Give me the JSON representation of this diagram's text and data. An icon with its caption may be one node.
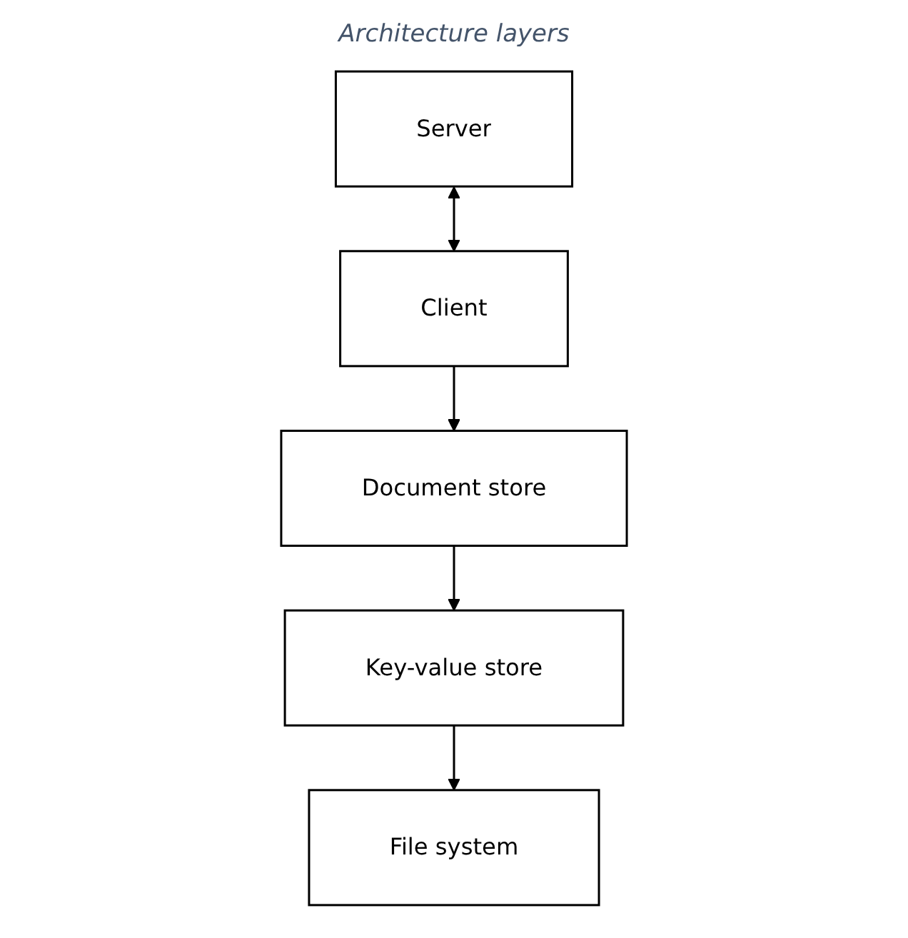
{
  "diagram": {
    "title": "Architecture layers",
    "nodes": [
      {
        "text": [
          "Server"
        ]
      },
      {
        "text": [
          "Client"
        ]
      },
      {
        "text": [
          "Document store"
        ]
      },
      {
        "text": [
          "Key-value store"
        ]
      },
      {
        "text": [
          "File system"
        ]
      }
    ],
    "edges": [
      {
        "from": 0,
        "to": 1,
        "arrow": "both"
      },
      {
        "from": 1,
        "to": 2,
        "arrow": "to"
      },
      {
        "from": 2,
        "to": 3,
        "arrow": "to"
      },
      {
        "from": 3,
        "to": 4,
        "arrow": "to"
      }
    ]
  }
}
